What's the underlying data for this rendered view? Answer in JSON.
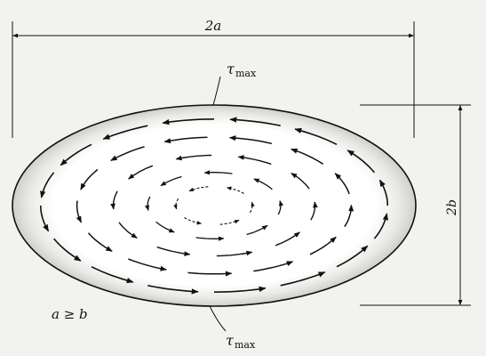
{
  "labels": {
    "width": "2a",
    "height": "2b",
    "tau_top": "τ",
    "tau_top_sub": "max",
    "tau_bottom": "τ",
    "tau_bottom_sub": "max",
    "condition": "a ≥ b"
  },
  "colors": {
    "background": "#f2f2f0",
    "fill": "#dcdcd8",
    "stroke": "#111111"
  }
}
